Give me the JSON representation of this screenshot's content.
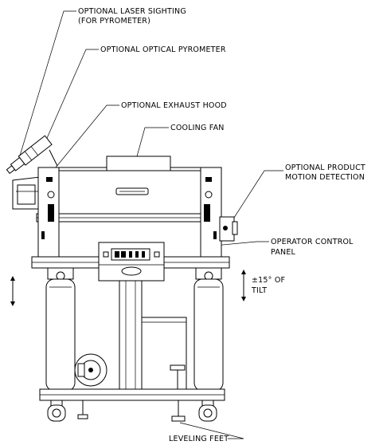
{
  "labels": {
    "laser_sighting_line1": "OPTIONAL LASER SIGHTING",
    "laser_sighting_line2": "(FOR PYROMETER)",
    "optical_pyrometer": "OPTIONAL OPTICAL PYROMETER",
    "exhaust_hood": "OPTIONAL EXHAUST HOOD",
    "cooling_fan": "COOLING FAN",
    "product_motion_line1": "OPTIONAL PRODUCT",
    "product_motion_line2": "MOTION DETECTION",
    "operator_panel_line1": "OPERATOR CONTROL",
    "operator_panel_line2": "PANEL",
    "tilt_line1": "±15° OF",
    "tilt_line2": "TILT",
    "leveling_feet": "LEVELING FEET"
  }
}
